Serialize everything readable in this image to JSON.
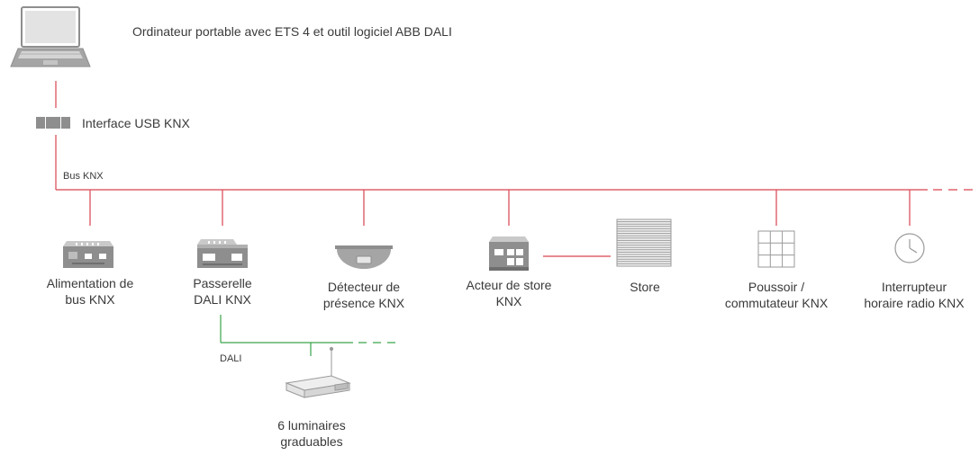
{
  "colors": {
    "knx_bus": "#d9434f",
    "dali_bus": "#3aa54a",
    "icon_gray": "#8e8e8e",
    "text": "#3a3a3a"
  },
  "laptop": {
    "label": "Ordinateur portable avec ETS 4 et outil logiciel ABB DALI",
    "icon": "laptop-icon"
  },
  "usb_interface": {
    "label": "Interface USB KNX",
    "icon": "usb-interface-icon"
  },
  "knx_bus": {
    "label": "Bus KNX"
  },
  "devices": [
    {
      "icon": "power-supply-icon",
      "line1": "Alimentation de",
      "line2": "bus KNX"
    },
    {
      "icon": "dali-gateway-icon",
      "line1": "Passerelle",
      "line2": "DALI KNX"
    },
    {
      "icon": "presence-detector-icon",
      "line1": "Détecteur de",
      "line2": "présence KNX"
    },
    {
      "icon": "blind-actuator-icon",
      "line1": "Acteur de store",
      "line2": "KNX"
    },
    {
      "icon": "blind-icon",
      "line1": "Store",
      "line2": ""
    },
    {
      "icon": "push-button-icon",
      "line1": "Poussoir /",
      "line2": "commutateur KNX"
    },
    {
      "icon": "clock-icon",
      "line1": "Interrupteur",
      "line2": "horaire radio KNX"
    }
  ],
  "dali_bus": {
    "label": "DALI"
  },
  "luminaires": {
    "icon": "luminaire-icon",
    "line1": "6 luminaires",
    "line2": "graduables"
  }
}
